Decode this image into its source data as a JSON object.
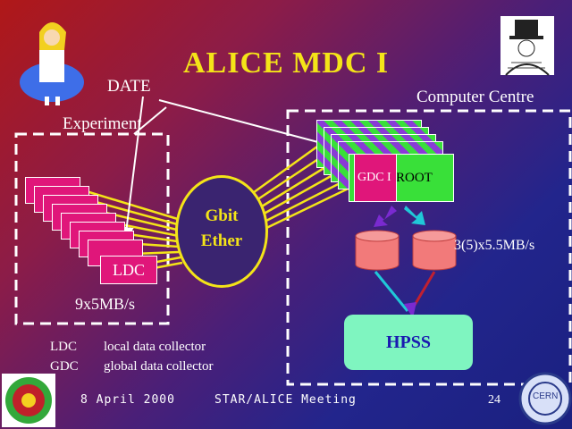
{
  "slide": {
    "title": "ALICE MDC I",
    "date_label": "DATE",
    "experiment_label": "Experiment",
    "computer_centre_label": "Computer Centre",
    "gbit_line1": "Gbit",
    "gbit_line2": "Ether",
    "ldc_label": "LDC",
    "ldc_rate": "9x5MB/s",
    "gdc_label": "GDC I",
    "root_label": "ROOT",
    "disk_rate": "3(5)x5.5MB/s",
    "hpss_label": "HPSS",
    "legend": [
      {
        "abbr": "LDC",
        "desc": "local data collector"
      },
      {
        "abbr": "GDC",
        "desc": "global data collector"
      }
    ],
    "footer_date": "8 April 2000",
    "footer_event": "STAR/ALICE Meeting",
    "page_number": "24",
    "cern_logo_text": "CERN"
  },
  "colors": {
    "title": "#f4e418",
    "ldc": "#e0167a",
    "gdc": "#e0167a",
    "root": "#39e039",
    "hpss": "#7ff5c0",
    "disk": "#f27a7a",
    "link": "#f4e418"
  }
}
